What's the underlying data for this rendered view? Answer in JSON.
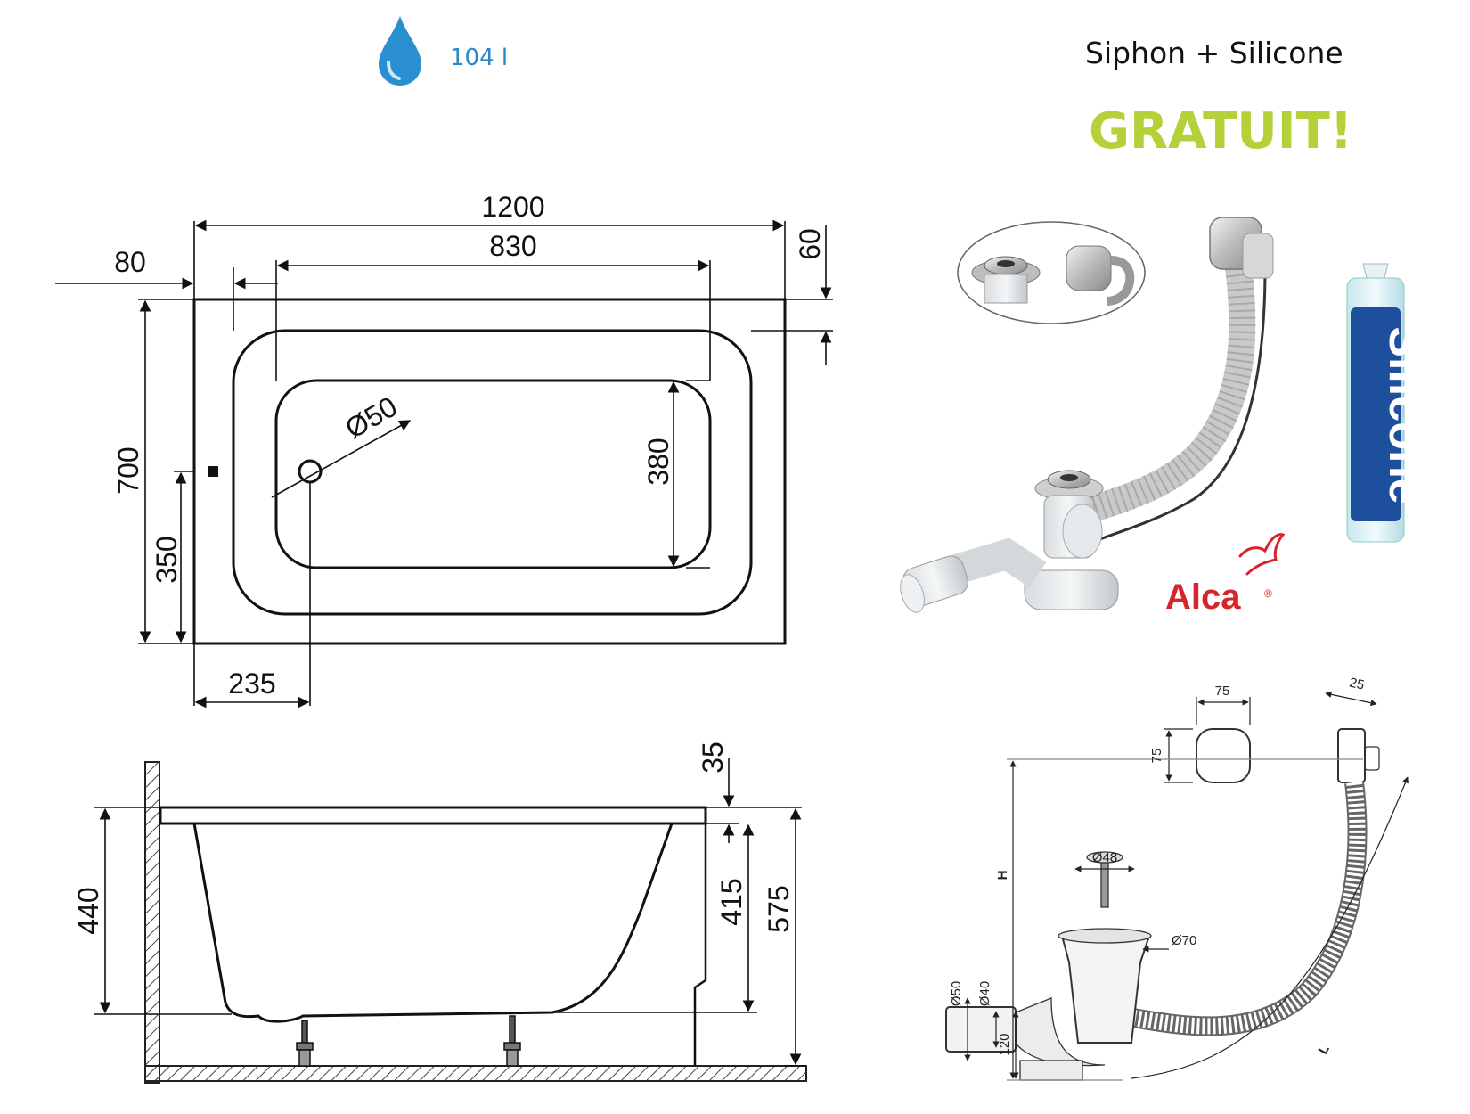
{
  "header": {
    "capacity_label": "104 l",
    "promo_title": "Siphon + Silicone",
    "promo_free": "GRATUIT!"
  },
  "plan_view": {
    "total_length": "1200",
    "inner_length": "830",
    "left_offset": "80",
    "rim_width": "60",
    "total_width": "700",
    "inner_width": "380",
    "drain_diameter": "Ø50",
    "drain_from_side": "350",
    "drain_from_end": "235"
  },
  "side_view": {
    "rim_thickness": "35",
    "depth_inner": "415",
    "total_height": "575",
    "tub_height": "440"
  },
  "product": {
    "brand": "Alca",
    "registered_mark": "®",
    "tube_label": "Silicone"
  },
  "siphon_drawing": {
    "cap_width": "75",
    "cap_height": "75",
    "overflow_depth": "25",
    "plug_diameter": "Ø48",
    "body_diameter": "Ø70",
    "outlet_50": "Ø50",
    "outlet_40": "Ø40",
    "outlet_height": "120",
    "height_label": "H",
    "length_label": "L"
  },
  "colors": {
    "water_drop": "#2a8fd0",
    "capacity_text": "#2a86c4",
    "promo_free": "#b5d13a",
    "brand_red": "#d8242b",
    "tube_blue": "#1d4f9c"
  }
}
